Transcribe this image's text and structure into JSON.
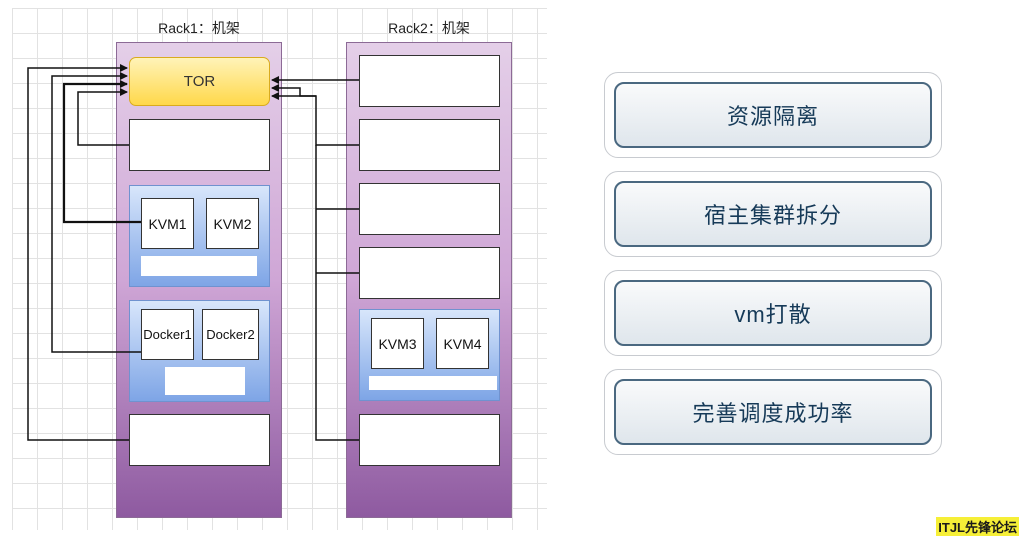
{
  "diagram": {
    "rack1": {
      "title": "Rack1：机架",
      "tor_label": "TOR",
      "kvm_host": {
        "vms": [
          "KVM1",
          "KVM2"
        ]
      },
      "docker_host": {
        "containers": [
          "Docker1",
          "Docker2"
        ]
      }
    },
    "rack2": {
      "title": "Rack2：机架",
      "kvm_host": {
        "vms": [
          "KVM3",
          "KVM4"
        ]
      }
    }
  },
  "strategies": [
    {
      "label": "资源隔离"
    },
    {
      "label": "宿主集群拆分"
    },
    {
      "label": "vm打散"
    },
    {
      "label": "完善调度成功率"
    }
  ],
  "watermark": "ITJL先锋论坛",
  "colors": {
    "rack_gradient_top": "#e4cfe8",
    "rack_gradient_bottom": "#8e5aa0",
    "tor_fill": "#ffd84a",
    "host_fill": "#7ea5e6",
    "card_border": "#4a6880",
    "card_text": "#163a58",
    "watermark_bg": "#f6ef37"
  }
}
